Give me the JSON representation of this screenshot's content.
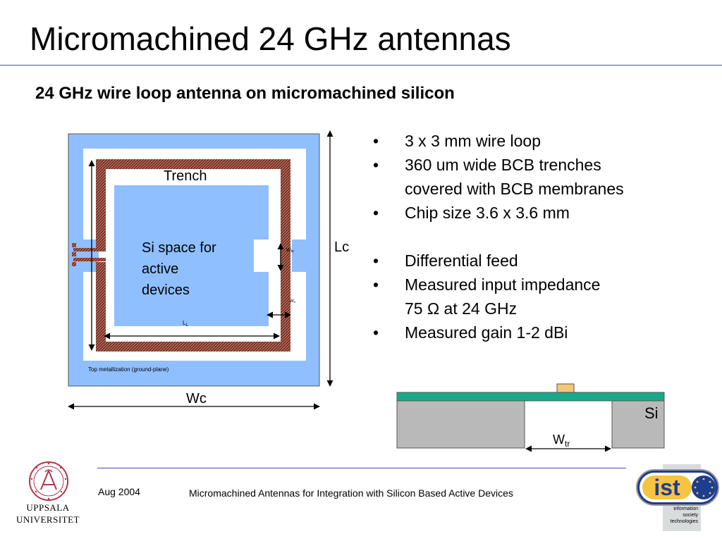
{
  "title": "Micromachined 24 GHz antennas",
  "subtitle": "24 GHz wire loop antenna on micromachined silicon",
  "diagram": {
    "trench_label": "Trench",
    "si_space_label": [
      "Si space for",
      "active",
      "devices"
    ],
    "wbr_main": "W",
    "wbr_sub": "br",
    "wtr_small_main": "W",
    "wtr_small_sub": "tr",
    "ll_main": "L",
    "ll_sub": "L",
    "top_metal_label": "Top metallization (ground-plane)",
    "lc_label": "Lc",
    "wc_label": "Wc"
  },
  "cross_section": {
    "si_label": "Si",
    "wtr_main": "W",
    "wtr_sub": "tr"
  },
  "bullets": [
    [
      "3 x 3 mm wire loop"
    ],
    [
      "360 um wide BCB trenches",
      "covered with BCB membranes"
    ],
    [
      "Chip size 3.6 x 3.6 mm"
    ],
    [
      "Differential feed"
    ],
    [
      "Measured input impedance",
      "75 Ω at 24 GHz"
    ],
    [
      "Measured gain 1-2 dBi"
    ]
  ],
  "footer": {
    "date": "Aug 2004",
    "text": "Micromachined Antennas for Integration with Silicon Based Active Devices"
  },
  "logos": {
    "uppsala_line1": "UPPSALA",
    "uppsala_line2": "UNIVERSITET",
    "ist": "ist",
    "ist_tag": [
      "information",
      "society",
      "technologies"
    ]
  },
  "colors": {
    "chip_blue": "#8fbfff",
    "trench_brown": "#7a2a1e",
    "bcb_green": "#19a98a",
    "si_gray": "#b9b9b9",
    "rule_blue": "#4a4f9e",
    "uu_red": "#b5344e"
  }
}
